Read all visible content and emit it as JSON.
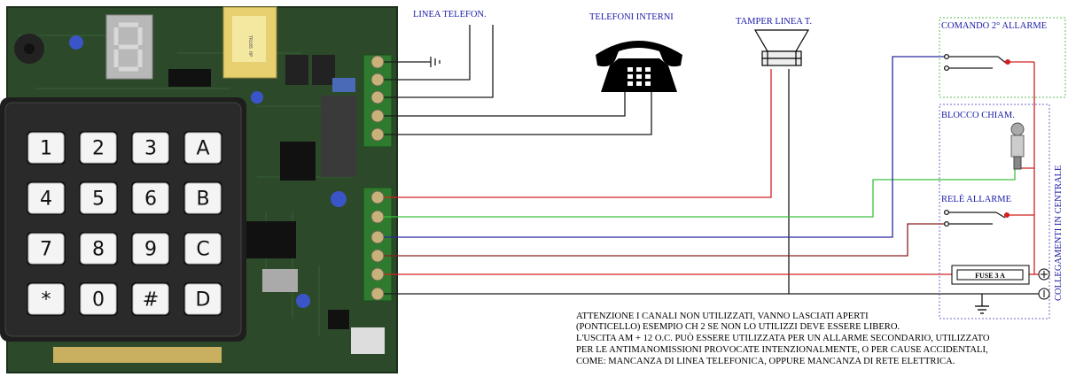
{
  "labels": {
    "linea_telefon": "LINEA TELEFON.",
    "telefoni_interni": "TELEFONI INTERNI",
    "tamper_linea": "TAMPER LINEA T.",
    "comando_allarme": "COMANDO 2° ALLARME",
    "blocco_chiam": "BLOCCO CHIAM.",
    "rele_allarme": "RELÈ ALLARME",
    "collegamenti": "COLLEGAMENTI IN CENTRALE",
    "fuse": "FUSE 3 A",
    "plus_symbol": "⊕",
    "zero_symbol": "0"
  },
  "keypad": {
    "keys": [
      "1",
      "2",
      "3",
      "A",
      "4",
      "5",
      "6",
      "B",
      "7",
      "8",
      "9",
      "C",
      "*",
      "0",
      "#",
      "D"
    ]
  },
  "notes": [
    "ATTENZIONE I CANALI NON UTILIZZATI, VANNO LASCIATI APERTI",
    "(PONTICELLO) ESEMPIO CH 2 SE NON LO UTILIZZI DEVE ESSERE LIBERO.",
    "L'USCITA AM + 12 O.C. PUÒ ESSERE UTILIZZATA PER UN ALLARME SECONDARIO, UTILIZZATO",
    "PER LE ANTIMANOMISSIONI PROVOCATE INTENZIONALMENTE, O PER CAUSE ACCIDENTALI,",
    "COME: MANCANZA DI LINEA TELEFONICA, OPPURE MANCANZA DI RETE ELETTRICA."
  ],
  "colors": {
    "pcb": "#2c4a2a",
    "wire_black": "#1a1a1a",
    "wire_red": "#d42020",
    "wire_green": "#3cc03c",
    "wire_blue": "#2a2aa0",
    "wire_brown": "#8a2020",
    "box_green": "#5bbf5b",
    "box_blue": "#6a6ac8",
    "label_blue": "#1a1aa8"
  }
}
